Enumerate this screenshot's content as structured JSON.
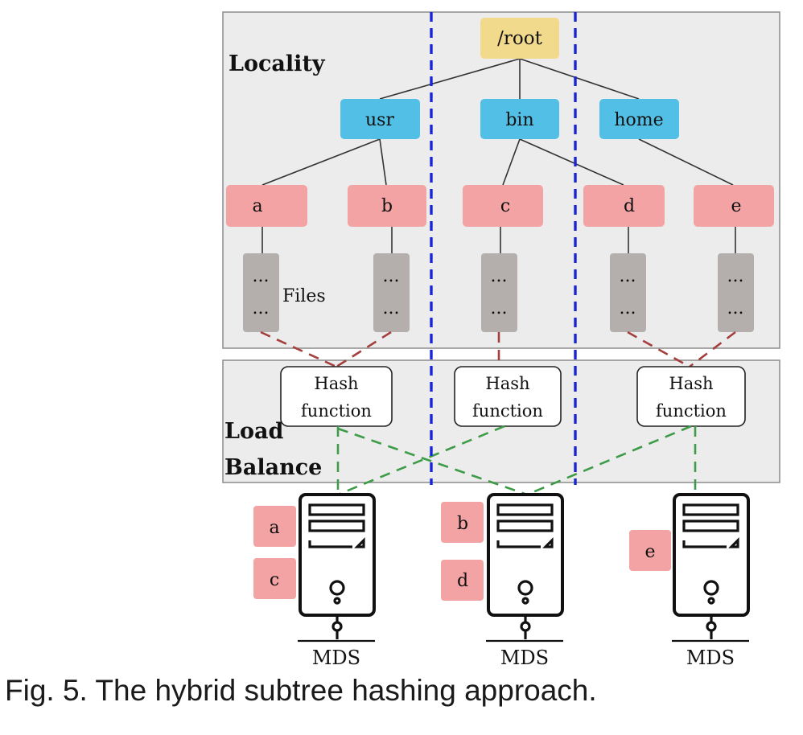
{
  "colors": {
    "panel_fill": "#ececec",
    "panel_stroke": "#8c8c8c",
    "root_fill": "#f2da8d",
    "dir_fill": "#52c0e6",
    "leaf_fill": "#f4a3a5",
    "files_fill": "#b4afad",
    "tree_edge": "#333333",
    "red_dash": "#a33f3c",
    "green_dash": "#3e9b48",
    "blue_divider": "#1a24d6"
  },
  "labels": {
    "locality": "Locality",
    "load_line1": "Load",
    "load_line2": "Balance",
    "files": "Files"
  },
  "tree": {
    "root": "/root",
    "dirs": [
      "usr",
      "bin",
      "home"
    ],
    "leaves": [
      "a",
      "b",
      "c",
      "d",
      "e"
    ],
    "file_block_text": "..."
  },
  "hash": {
    "line1": "Hash",
    "line2": "function"
  },
  "servers": [
    {
      "label": "MDS",
      "items": [
        "a",
        "c"
      ]
    },
    {
      "label": "MDS",
      "items": [
        "b",
        "d"
      ]
    },
    {
      "label": "MDS",
      "items": [
        "e"
      ]
    }
  ],
  "caption": "Fig. 5. The hybrid subtree hashing approach."
}
